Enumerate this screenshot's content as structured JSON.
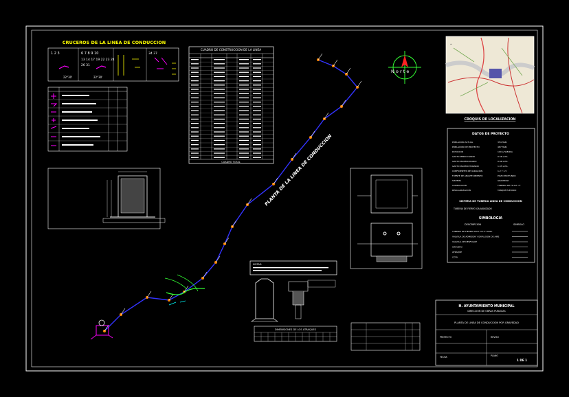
{
  "crossings": {
    "title": "CRUCEROS DE LA LINEA DE CONDUCCION",
    "nums_a": [
      "1",
      "2",
      "3"
    ],
    "nums_b": [
      "6",
      "7",
      "8",
      "9",
      "10"
    ],
    "nums_c": [
      "13",
      "14",
      "17",
      "19",
      "22",
      "23",
      "24"
    ],
    "nums_d": [
      "26",
      "31"
    ],
    "nums_e": [
      "34",
      "37"
    ],
    "angle_a": "22°30'",
    "angle_b": "22°30'"
  },
  "coordinates_table": {
    "title": "CUADRO DE CONSTRUCCION DE LA LINEA",
    "footer": "CUADRO TOTAL"
  },
  "profile_label": "PLANTA DE LA LINEA DE CONDUCCION",
  "north_label": "N o r t e",
  "location_map": {
    "caption": "CROQUIS DE LOCALIZACION"
  },
  "project_data": {
    "title": "DATOS DE PROYECTO",
    "rows": [
      {
        "k": "POBLACION ACTUAL",
        "v": "354 HAB."
      },
      {
        "k": "POBLACION DE PROYECTO",
        "v": "487 HAB."
      },
      {
        "k": "DOTACION",
        "v": "100 L/HAB/DIA"
      },
      {
        "k": "GASTO MEDIO DIARIO",
        "v": "0.56 L.P.S."
      },
      {
        "k": "GASTO MAXIMO DIARIO",
        "v": "0.68 L.P.S."
      },
      {
        "k": "GASTO MAXIMO HORARIO",
        "v": "1.05 L.P.S."
      },
      {
        "k": "COEFICIENTES DE VARIACION",
        "v": "1.2 Y 1.5"
      },
      {
        "k": "FUENTE DE ABASTECIMIENTO",
        "v": "POZO PROFUNDO"
      },
      {
        "k": "SISTEMA",
        "v": "GRAVEDAD"
      },
      {
        "k": "CONDUCCION",
        "v": "TUBERIA DE FO.GA. 2\""
      },
      {
        "k": "REGULARIZACION",
        "v": "TANQUE ELEVADO"
      }
    ],
    "subtitle": "SISTEMA DE TUBERIA LINEA DE CONDUCCION",
    "pipe_spec": "TUBERIA DE FIERRO GALVANIZADO",
    "symbology_title": "SIMBOLOGIA",
    "sym_head_desc": "DESCRIPCION",
    "sym_head_sym": "SIMBOLO",
    "symbols": [
      {
        "k": "TUBERIA DE FIERRO GALV. DE 2\" DIAM."
      },
      {
        "k": "VALVULA DE ADMISION Y EXPULSION DE AIRE"
      },
      {
        "k": "VALVULA DE DESFOGUE"
      },
      {
        "k": "CRUCERO"
      },
      {
        "k": "ATRAQUE"
      },
      {
        "k": "COTA"
      }
    ]
  },
  "title_block": {
    "line1": "H. AYUNTAMIENTO MUNICIPAL",
    "line2": "DIRECCION DE OBRAS PUBLICAS",
    "line3": "PLANTA DE LINEA DE CONDUCCION POR GRAVEDAD",
    "designer": "PROYECTO",
    "reviewer": "REVISO",
    "date_label": "FECHA",
    "sheet_label": "PLANO",
    "sheet_no": "1 DE 1"
  },
  "notes_box": {
    "title": "NOTAS:"
  },
  "atraques_table": {
    "title": "DIMENSIONES DE LOS ATRAQUES"
  }
}
